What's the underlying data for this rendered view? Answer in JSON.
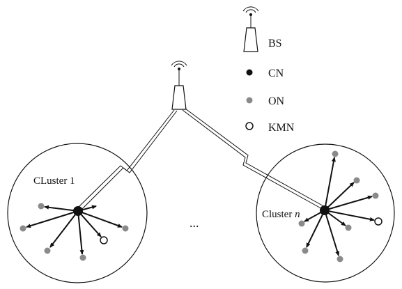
{
  "legend": {
    "items": [
      {
        "label": "BS",
        "icon": "base-station-icon"
      },
      {
        "label": "CN",
        "icon": "filled-black-dot"
      },
      {
        "label": "ON",
        "icon": "filled-gray-dot"
      },
      {
        "label": "KMN",
        "icon": "hollow-dot"
      }
    ]
  },
  "diagram": {
    "clusters": [
      {
        "label": "CLuster 1",
        "node_count": 7
      },
      {
        "label": "Cluster ",
        "label_suffix": "n",
        "node_count": 8
      }
    ],
    "ellipsis": "...",
    "colors": {
      "cn": "#111111",
      "on": "#8a8a8a",
      "kmn_fill": "#ffffff",
      "line": "#111111"
    }
  }
}
